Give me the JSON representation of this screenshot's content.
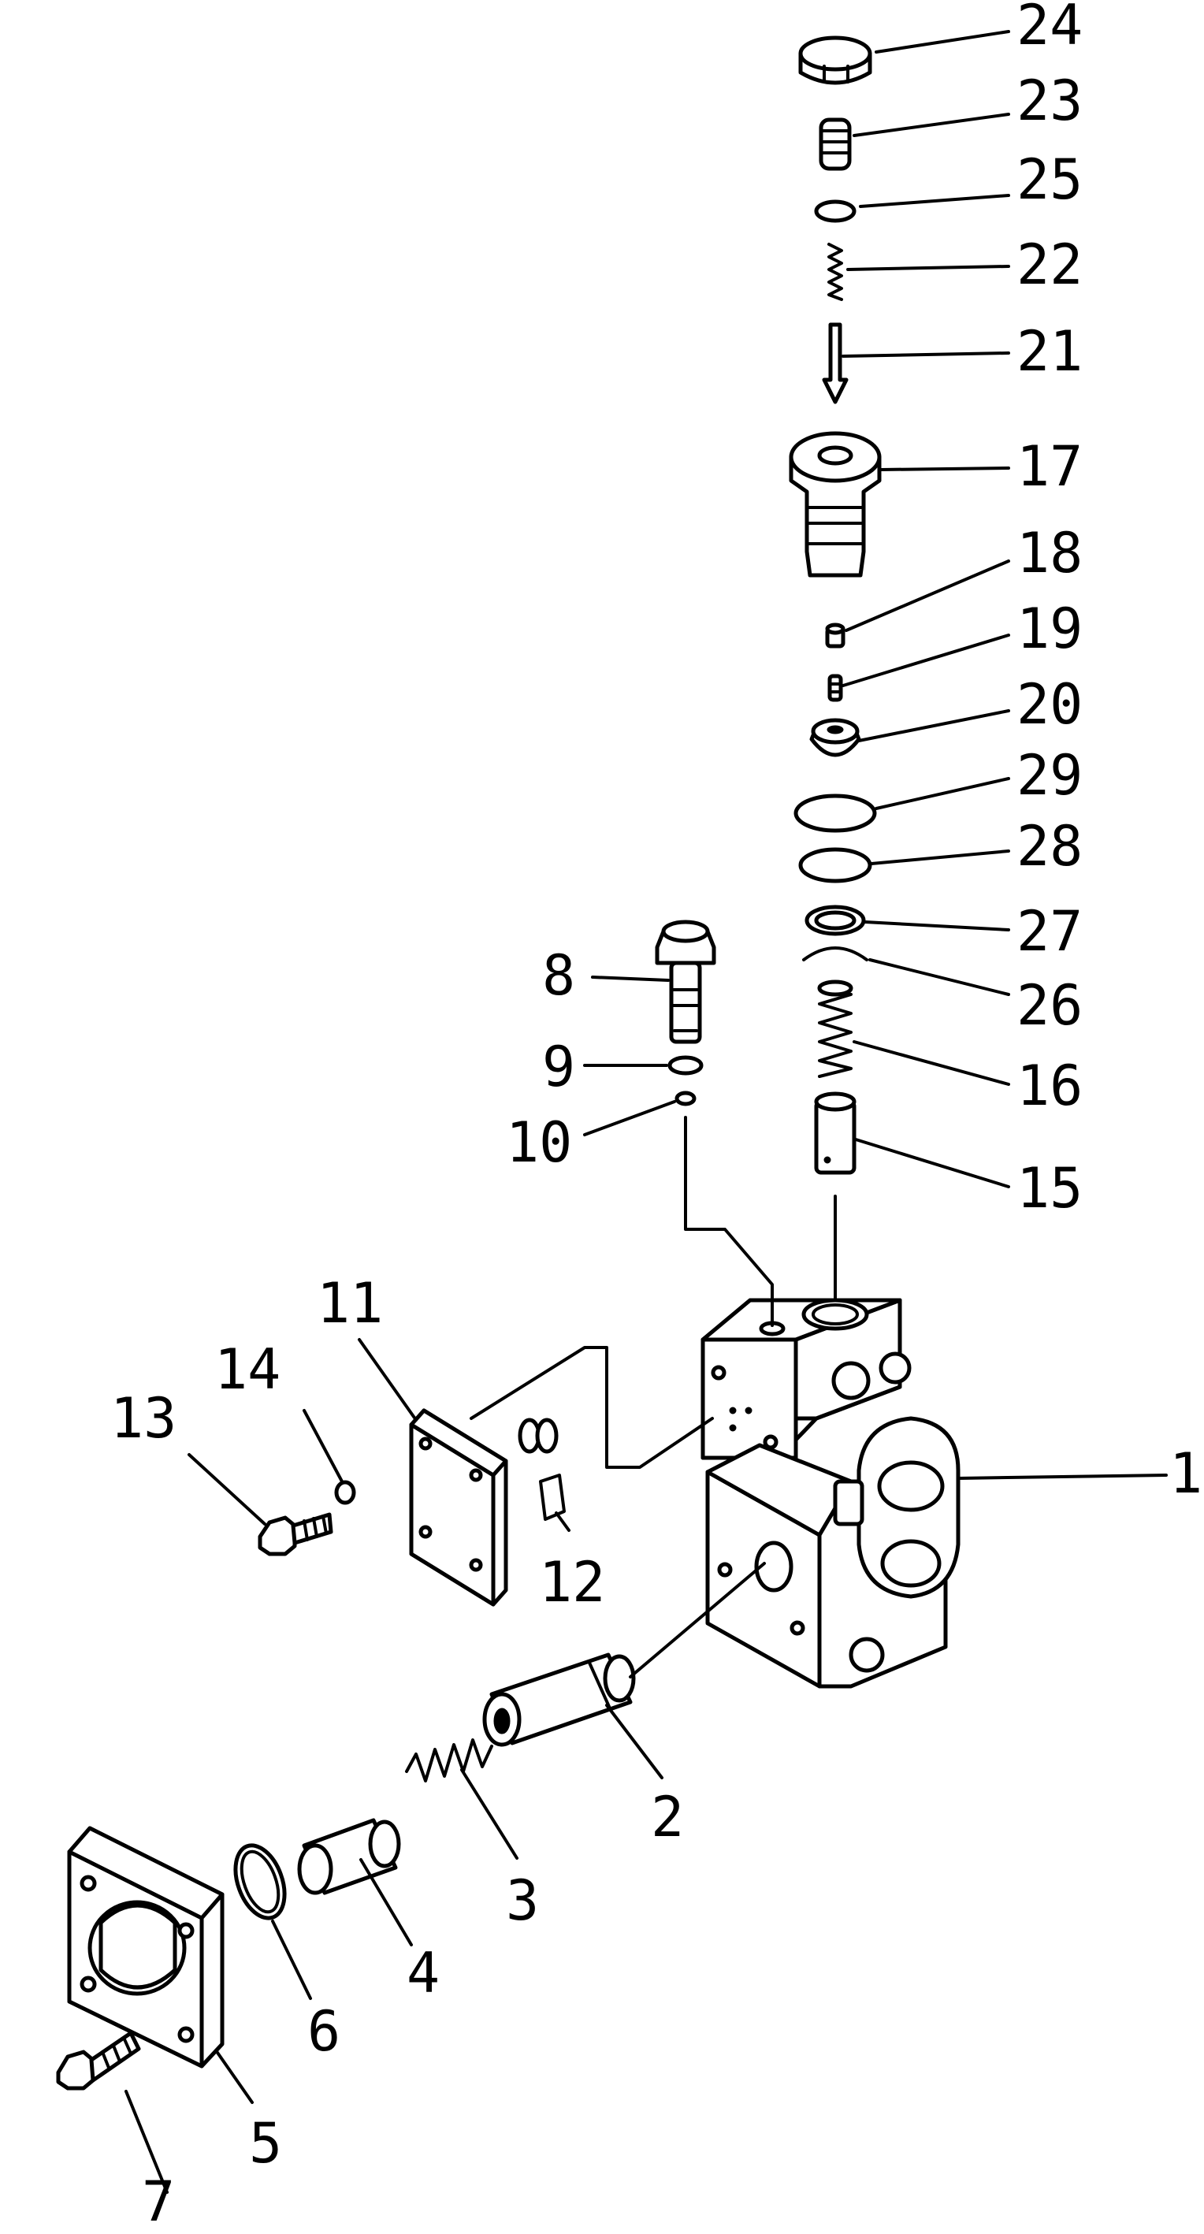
{
  "callouts": [
    {
      "id": "p24",
      "text": "24"
    },
    {
      "id": "p23",
      "text": "23"
    },
    {
      "id": "p25",
      "text": "25"
    },
    {
      "id": "p22",
      "text": "22"
    },
    {
      "id": "p21",
      "text": "21"
    },
    {
      "id": "p17",
      "text": "17"
    },
    {
      "id": "p18",
      "text": "18"
    },
    {
      "id": "p19",
      "text": "19"
    },
    {
      "id": "p20",
      "text": "20"
    },
    {
      "id": "p29",
      "text": "29"
    },
    {
      "id": "p28",
      "text": "28"
    },
    {
      "id": "p27",
      "text": "27"
    },
    {
      "id": "p26",
      "text": "26"
    },
    {
      "id": "p16",
      "text": "16"
    },
    {
      "id": "p15",
      "text": "15"
    },
    {
      "id": "p8",
      "text": "8"
    },
    {
      "id": "p9",
      "text": "9"
    },
    {
      "id": "p10",
      "text": "10"
    },
    {
      "id": "p11",
      "text": "11"
    },
    {
      "id": "p14",
      "text": "14"
    },
    {
      "id": "p13",
      "text": "13"
    },
    {
      "id": "p12",
      "text": "12"
    },
    {
      "id": "p1",
      "text": "1"
    },
    {
      "id": "p2",
      "text": "2"
    },
    {
      "id": "p3",
      "text": "3"
    },
    {
      "id": "p4",
      "text": "4"
    },
    {
      "id": "p6",
      "text": "6"
    },
    {
      "id": "p5",
      "text": "5"
    },
    {
      "id": "p7",
      "text": "7"
    }
  ]
}
